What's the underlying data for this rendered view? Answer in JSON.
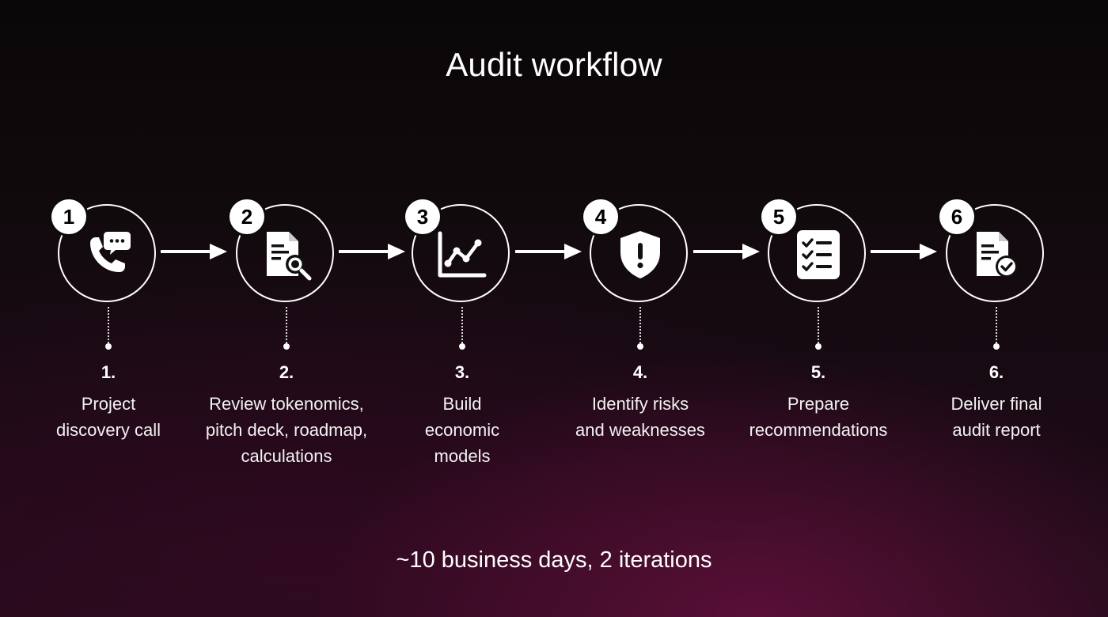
{
  "title": "Audit workflow",
  "footer": "~10 business days, 2 iterations",
  "steps": [
    {
      "badge": "1",
      "number": "1.",
      "lines": [
        "Project",
        "discovery call"
      ],
      "icon": "phone-chat-icon"
    },
    {
      "badge": "2",
      "number": "2.",
      "lines": [
        "Review tokenomics,",
        "pitch deck, roadmap,",
        "calculations"
      ],
      "icon": "document-search-icon"
    },
    {
      "badge": "3",
      "number": "3.",
      "lines": [
        "Build",
        "economic",
        "models"
      ],
      "icon": "line-chart-icon"
    },
    {
      "badge": "4",
      "number": "4.",
      "lines": [
        "Identify risks",
        "and weaknesses"
      ],
      "icon": "shield-alert-icon"
    },
    {
      "badge": "5",
      "number": "5.",
      "lines": [
        "Prepare",
        "recommendations"
      ],
      "icon": "checklist-icon"
    },
    {
      "badge": "6",
      "number": "6.",
      "lines": [
        "Deliver final",
        "audit report"
      ],
      "icon": "document-check-icon"
    }
  ]
}
